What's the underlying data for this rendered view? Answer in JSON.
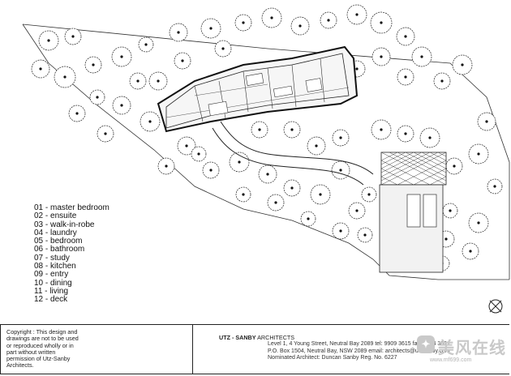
{
  "legend": [
    "01 - master bedroom",
    "02 - ensuite",
    "03 - walk-in-robe",
    "04 - laundry",
    "05 - bedroom",
    "06 - bathroom",
    "07 - study",
    "08 - kitchen",
    "09 - entry",
    "10 - dining",
    "11 - living",
    "12 - deck"
  ],
  "title_block": {
    "copyright_lines": [
      "Copyright : This design and",
      "drawings are not to be used",
      "or reproduced wholly or in",
      "part without written",
      "permission of Utz-Sanby",
      "Architects."
    ],
    "firm_bold": "UTZ - SANBY",
    "firm_rest": "ARCHITECTS",
    "address_lines": [
      "Level 1, 4 Young Street, Neutral Bay 2089  tel: 9909 3615  fax: 9904 3621",
      "P.O. Box 1504,  Neutral Bay,  NSW 2089   email: architects@utzsanby.com",
      "Nominated Architect: Duncan Sanby Reg. No. 6227"
    ]
  },
  "watermark": {
    "text": "美风在线",
    "url": "www.mf699.com"
  }
}
